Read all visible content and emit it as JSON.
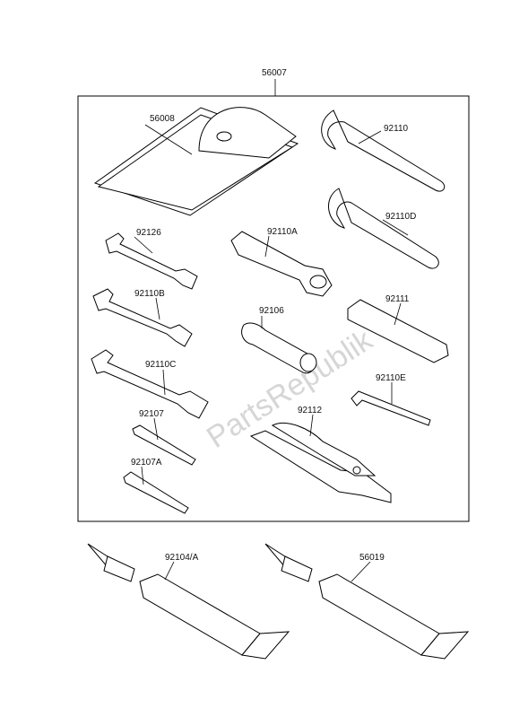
{
  "diagram": {
    "kit_label": "56007",
    "watermark": "PartsRepublik",
    "parts": [
      {
        "id": "56008",
        "name": "tool-bag"
      },
      {
        "id": "92110",
        "name": "hook-spanner"
      },
      {
        "id": "92110D",
        "name": "hook-spanner"
      },
      {
        "id": "92126",
        "name": "open-end-wrench"
      },
      {
        "id": "92110A",
        "name": "box-wrench"
      },
      {
        "id": "92110B",
        "name": "open-end-wrench"
      },
      {
        "id": "92106",
        "name": "spark-plug-socket-handle"
      },
      {
        "id": "92111",
        "name": "screwdriver-grip"
      },
      {
        "id": "92110C",
        "name": "open-end-wrench"
      },
      {
        "id": "92110E",
        "name": "hex-key"
      },
      {
        "id": "92107",
        "name": "screwdriver"
      },
      {
        "id": "92112",
        "name": "pliers"
      },
      {
        "id": "92107A",
        "name": "screwdriver"
      },
      {
        "id": "92104/A",
        "name": "grease-tube"
      },
      {
        "id": "56019",
        "name": "grease-tube"
      }
    ]
  }
}
